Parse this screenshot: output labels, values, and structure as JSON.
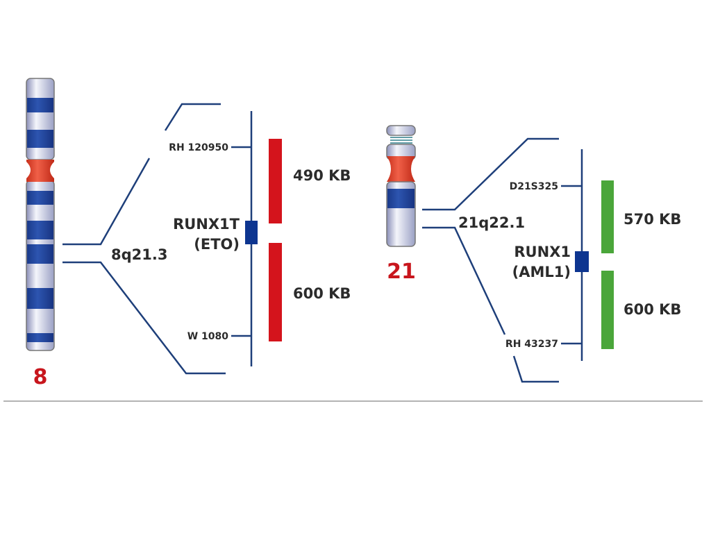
{
  "left": {
    "chromosome": "8",
    "band": "8q21.3",
    "marker_top": "RH 120950",
    "marker_bottom": "W 1080",
    "gene": "RUNX1T",
    "gene_alias": "(ETO)",
    "size_top": "490 KB",
    "size_bottom": "600 KB",
    "bar_color": "#d4141c"
  },
  "right": {
    "chromosome": "21",
    "band": "21q22.1",
    "marker_top": "D21S325",
    "marker_bottom": "RH 43237",
    "gene": "RUNX1",
    "gene_alias": "(AML1)",
    "size_top": "570 KB",
    "size_bottom": "600 KB",
    "bar_color": "#4aa63a"
  }
}
